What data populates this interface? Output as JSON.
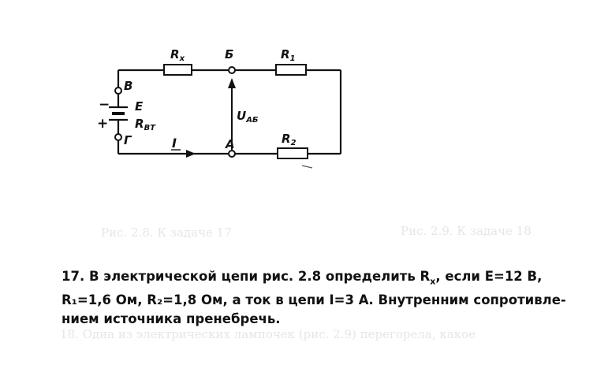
{
  "figure": {
    "labels": {
      "rx": "R",
      "rx_sub": "x",
      "r1": "R",
      "r1_sub": "1",
      "r2": "R",
      "r2_sub": "2",
      "node_b": "Б",
      "node_a": "А",
      "node_v": "В",
      "node_g": "Г",
      "emf": "E",
      "r_int": "R",
      "r_int_sub": "ВТ",
      "u_ab": "U",
      "u_ab_sub": "АБ",
      "current": "I",
      "minus": "−",
      "plus": "+"
    }
  },
  "faded": {
    "caption_left": "Рис. 2.8. К задаче 17",
    "caption_right": "Рис. 2.9. К задаче 18",
    "next_problem": "18. Одна из электрических лампочек (рис. 2.9) перегорела, какое"
  },
  "problem": {
    "line1": "17. В электрической цепи рис. 2.8 определить R",
    "line1_sub": "x",
    "line1_end": ", если E=12 В,",
    "line2": "R₁=1,6 Ом, R₂=1,8 Ом, а ток в цепи I=3 А. Внутренним сопротивле-",
    "line3": "нием источника пренебречь."
  },
  "colors": {
    "ink": "#111111",
    "faded": "#e6e6e6"
  }
}
